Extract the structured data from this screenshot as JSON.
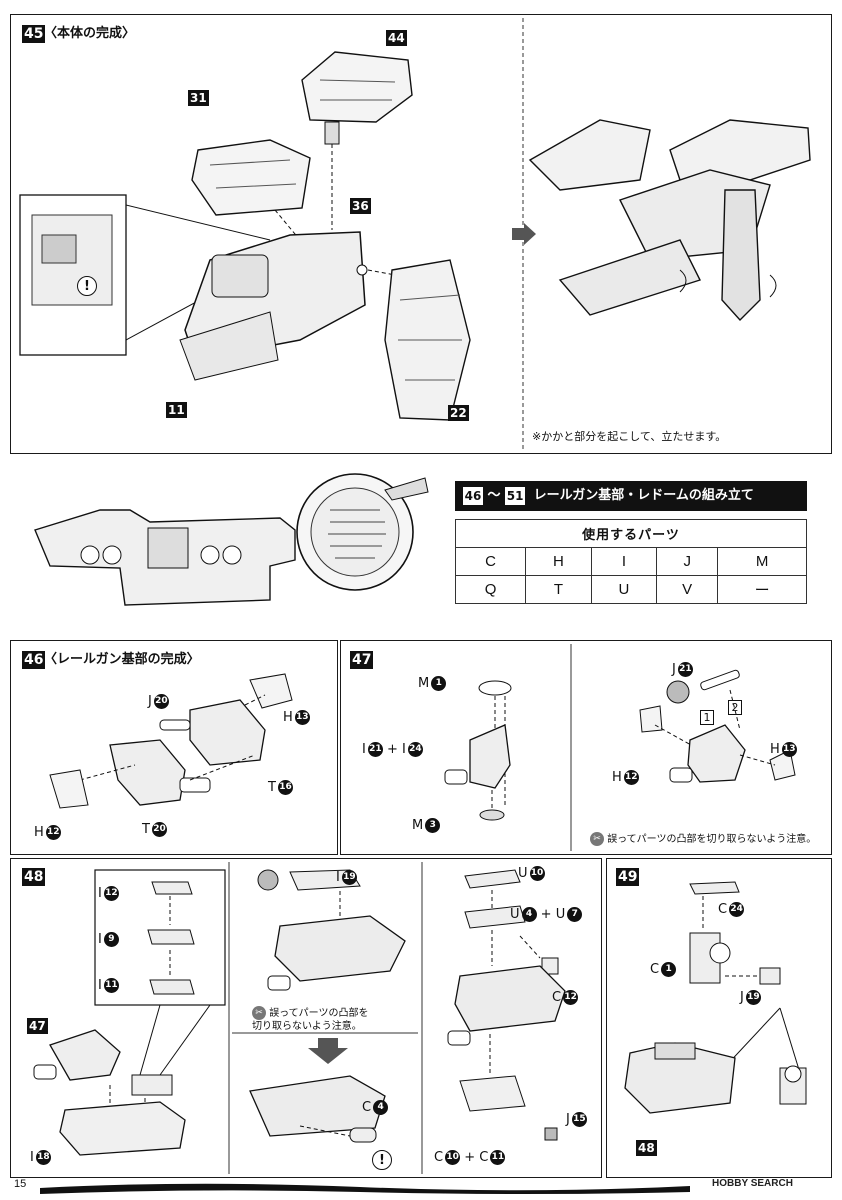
{
  "step45": {
    "number": "45",
    "title": "〈本体の完成〉",
    "callouts": [
      "44",
      "31",
      "36",
      "11",
      "22"
    ],
    "note": "※かかと部分を起こして、立たせます。",
    "warning_symbol": "!"
  },
  "parts_section": {
    "range_from": "46",
    "range_sep": "〜",
    "range_to": "51",
    "title": "レールガン基部・レドームの組み立て",
    "table_header": "使用するパーツ",
    "rows": [
      [
        "C",
        "H",
        "I",
        "J",
        "M"
      ],
      [
        "Q",
        "T",
        "U",
        "V",
        "ー"
      ]
    ]
  },
  "step46": {
    "number": "46",
    "title": "〈レールガン基部の完成〉",
    "labels": [
      {
        "part": "J",
        "num": "20"
      },
      {
        "part": "H",
        "num": "13"
      },
      {
        "part": "T",
        "num": "16"
      },
      {
        "part": "H",
        "num": "12"
      },
      {
        "part": "T",
        "num": "20"
      }
    ]
  },
  "step47": {
    "number": "47",
    "left_labels": [
      {
        "part": "M",
        "num": "1"
      },
      {
        "part": "I",
        "num": "21",
        "plus": "+",
        "part2": "I",
        "num2": "24"
      },
      {
        "part": "M",
        "num": "3"
      }
    ],
    "right_labels": [
      {
        "part": "J",
        "num": "21"
      },
      {
        "part": "H",
        "num": "12"
      },
      {
        "part": "H",
        "num": "13"
      }
    ],
    "order_marks": [
      "1",
      "2"
    ],
    "caution_text": "誤ってパーツの凸部を切り取らないよう注意。"
  },
  "step48": {
    "number": "48",
    "stack_labels": [
      {
        "part": "I",
        "num": "12"
      },
      {
        "part": "I",
        "num": "9"
      },
      {
        "part": "I",
        "num": "11"
      }
    ],
    "callout": "47",
    "base_label": {
      "part": "I",
      "num": "18"
    },
    "mid_top_label": {
      "part": "I",
      "num": "19"
    },
    "caution_text": "誤ってパーツの凸部を切り取らないよう注意。",
    "caution_line1": "誤ってパーツの凸部を",
    "caution_line2": "切り取らないよう注意。",
    "mid_bottom_label": {
      "part": "C",
      "num": "4"
    },
    "right_labels": [
      {
        "part": "U",
        "num": "10"
      },
      {
        "part": "U",
        "num": "4",
        "plus": "+",
        "part2": "U",
        "num2": "7"
      },
      {
        "part": "C",
        "num": "12"
      },
      {
        "part": "J",
        "num": "15"
      },
      {
        "part": "C",
        "num": "10",
        "plus": "+",
        "part2": "C",
        "num2": "11"
      }
    ]
  },
  "step49": {
    "number": "49",
    "labels": [
      {
        "part": "C",
        "num": "24"
      },
      {
        "part": "C",
        "num": "1"
      },
      {
        "part": "J",
        "num": "19"
      }
    ],
    "callout": "48"
  },
  "footer": {
    "page_number": "15",
    "watermark": "HOBBY SEARCH"
  }
}
